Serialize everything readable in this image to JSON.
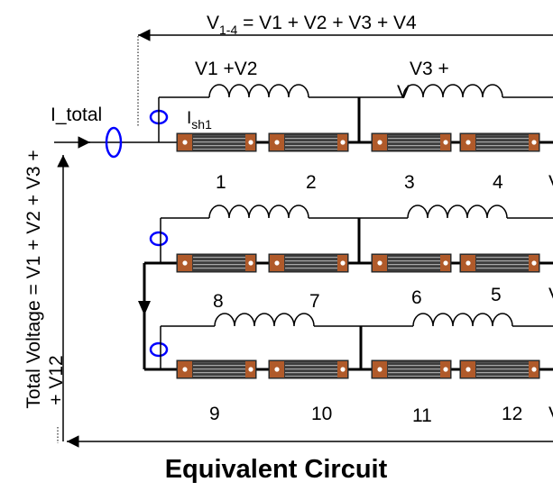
{
  "diagram": {
    "top_voltage": {
      "main": "V",
      "sub": "1-4",
      "rest": " = V1 + V2 + V3 + V4"
    },
    "label_v1v2": "V1 +V2",
    "label_v3": "V3 +",
    "label_v3_cut": "V",
    "label_itotal": "I_total",
    "label_ish": {
      "main": "I",
      "sub": "sh1"
    },
    "total_voltage_line1": "Total Voltage = V1 + V2 + V3 +",
    "total_voltage_line2": "+ V12",
    "title": "Equivalent Circuit",
    "resistor_numbers": [
      "1",
      "2",
      "3",
      "4",
      "8",
      "7",
      "6",
      "5",
      "9",
      "10",
      "11",
      "12"
    ],
    "edge_cut_labels": [
      "V",
      "V",
      "V"
    ]
  },
  "colors": {
    "wire": "#000000",
    "current_probe": "#0000ff",
    "resistor_body": "#4a4a4a",
    "resistor_cap": "#b05a2a"
  }
}
